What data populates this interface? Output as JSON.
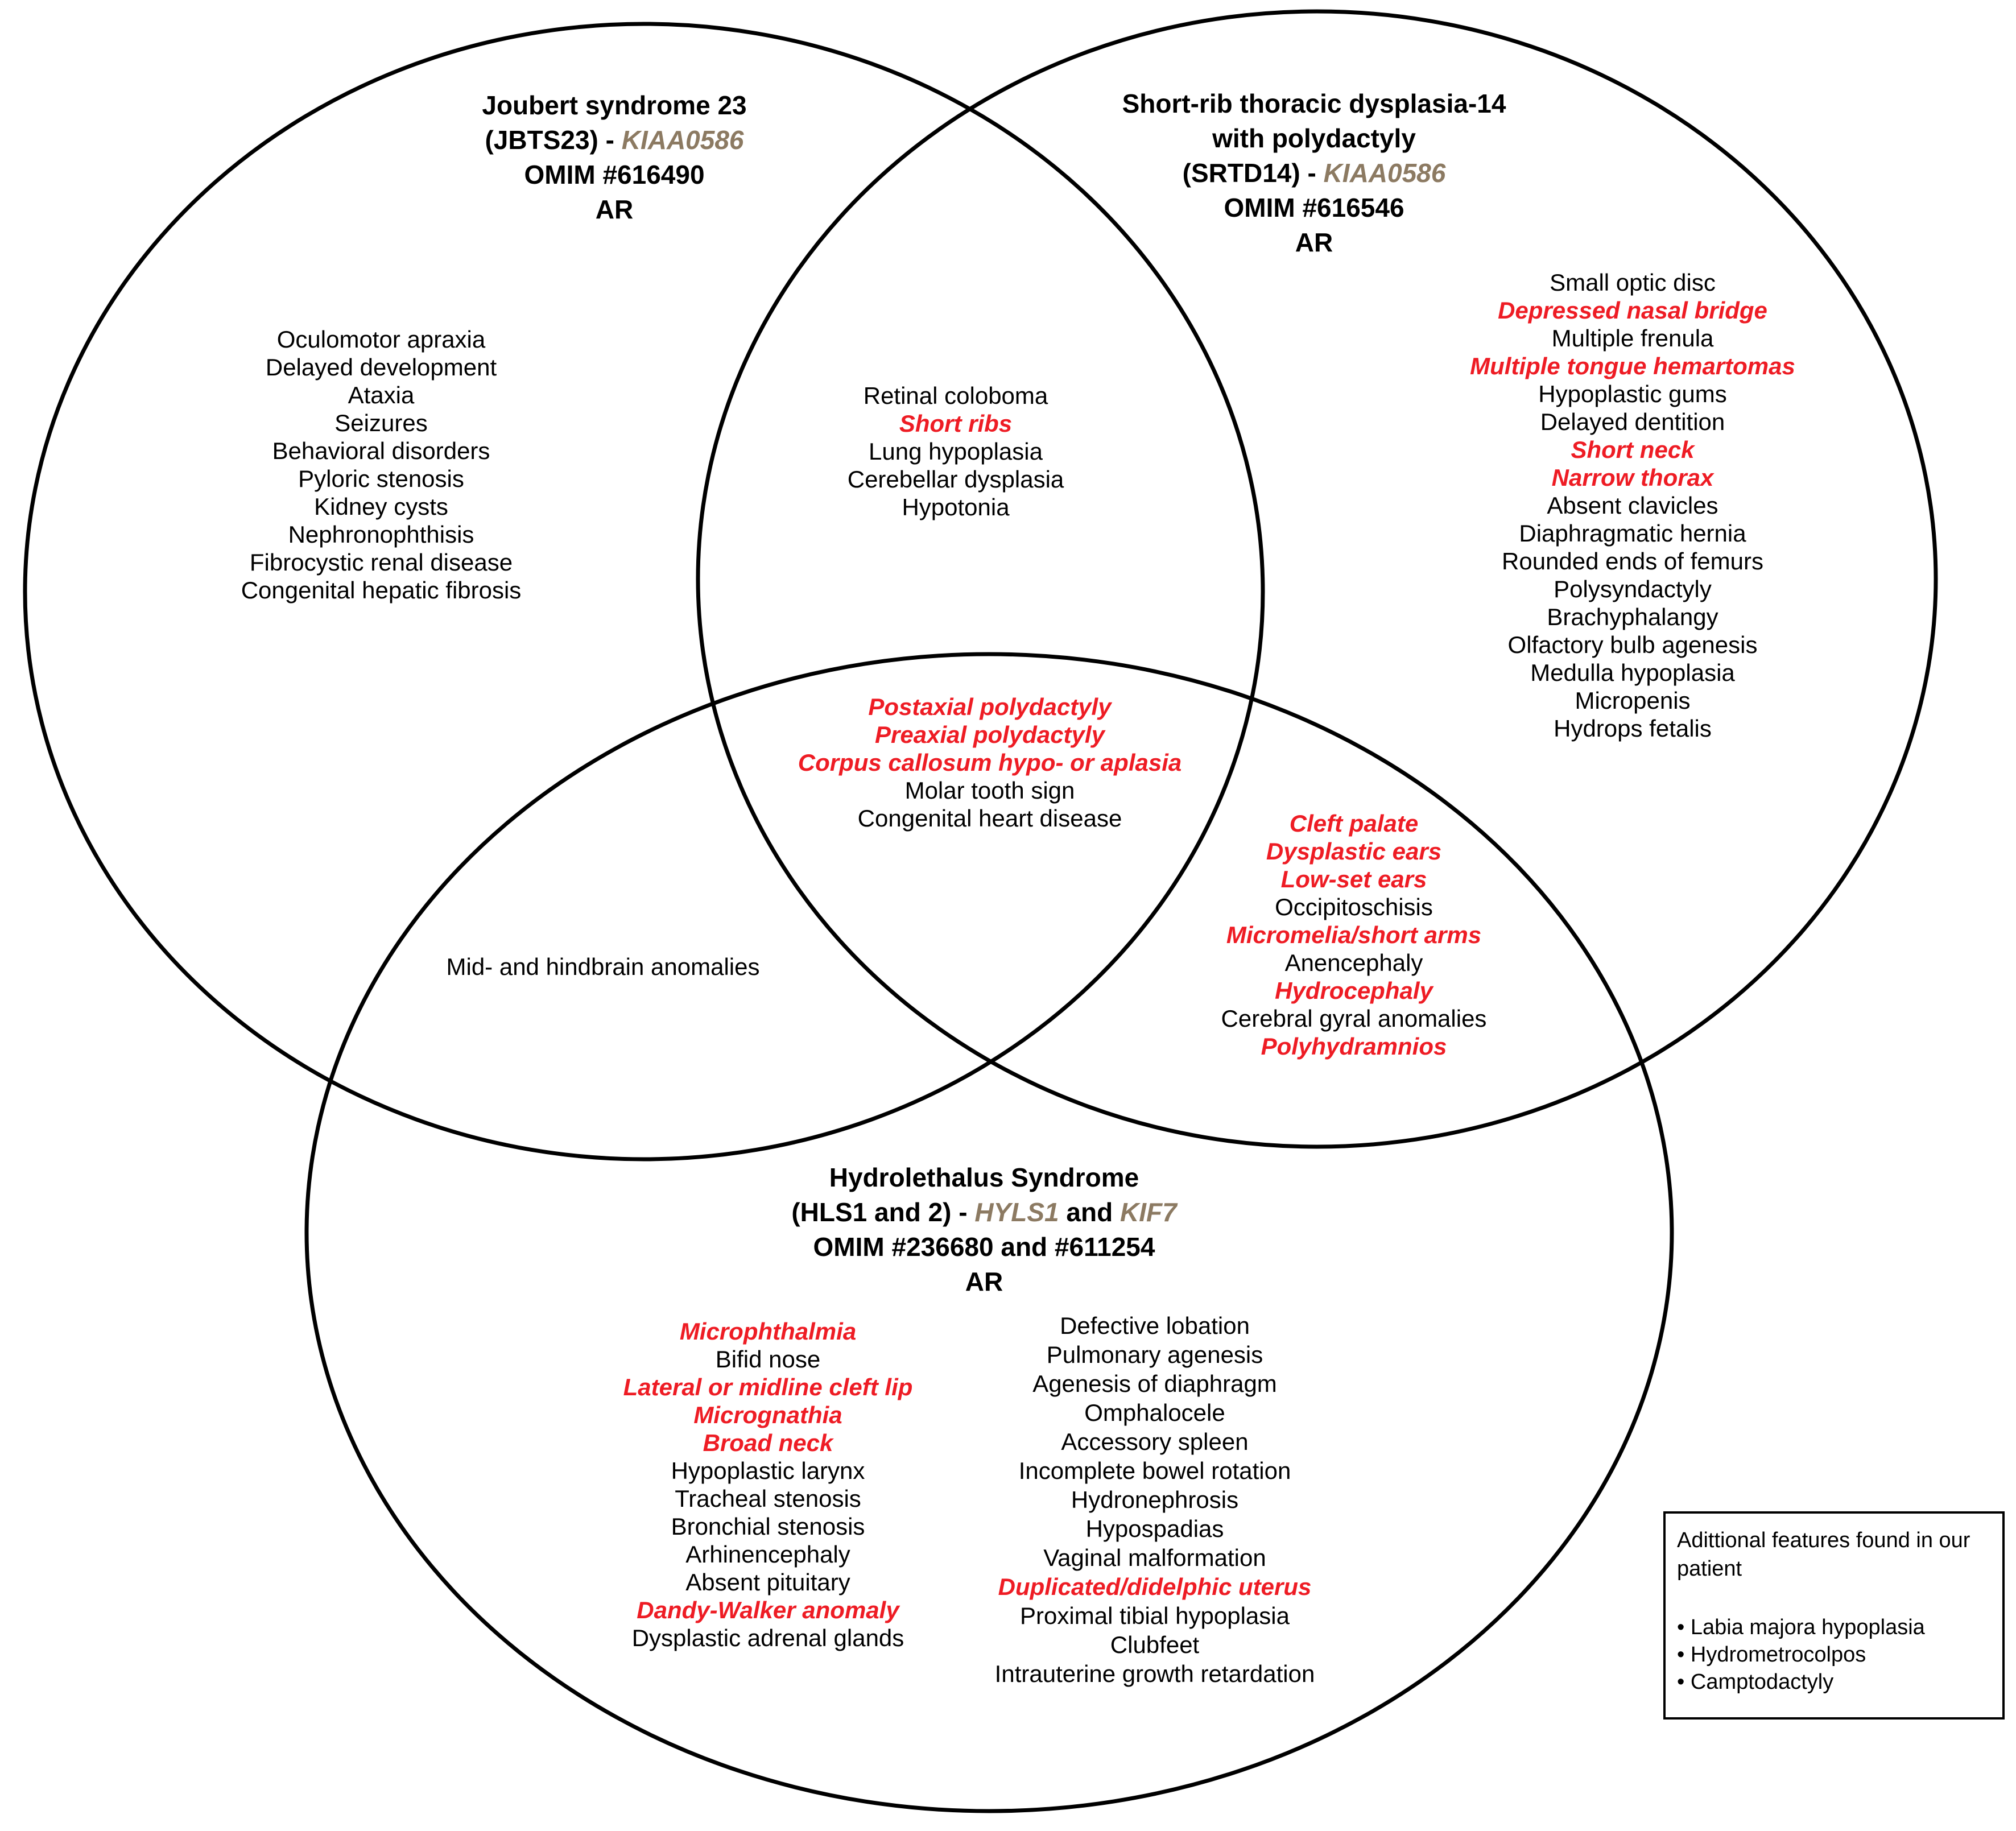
{
  "joubert": {
    "title": [
      "Joubert syndrome 23"
    ],
    "title2_prefix": "(JBTS23) - ",
    "gene": "KIAA0586",
    "omim": "OMIM #616490",
    "inheritance": "AR",
    "features": [
      {
        "text": "Oculomotor apraxia",
        "highlight": false
      },
      {
        "text": "Delayed development",
        "highlight": false
      },
      {
        "text": "Ataxia",
        "highlight": false
      },
      {
        "text": "Seizures",
        "highlight": false
      },
      {
        "text": "Behavioral disorders",
        "highlight": false
      },
      {
        "text": "Pyloric stenosis",
        "highlight": false
      },
      {
        "text": "Kidney cysts",
        "highlight": false
      },
      {
        "text": "Nephronophthisis",
        "highlight": false
      },
      {
        "text": "Fibrocystic renal disease",
        "highlight": false
      },
      {
        "text": "Congenital hepatic fibrosis",
        "highlight": false
      }
    ]
  },
  "srtd": {
    "title_line1": "Short-rib thoracic dysplasia-14",
    "title_line2": "with polydactyly",
    "title3_prefix": "(SRTD14) - ",
    "gene": "KIAA0586",
    "omim": "OMIM #616546",
    "inheritance": "AR",
    "features": [
      {
        "text": "Small optic disc",
        "highlight": false
      },
      {
        "text": "Depressed nasal bridge",
        "highlight": true
      },
      {
        "text": "Multiple frenula",
        "highlight": false
      },
      {
        "text": "Multiple tongue hemartomas",
        "highlight": true
      },
      {
        "text": "Hypoplastic gums",
        "highlight": false
      },
      {
        "text": "Delayed dentition",
        "highlight": false
      },
      {
        "text": "Short neck",
        "highlight": true
      },
      {
        "text": "Narrow thorax",
        "highlight": true
      },
      {
        "text": "Absent clavicles",
        "highlight": false
      },
      {
        "text": "Diaphragmatic hernia",
        "highlight": false
      },
      {
        "text": "Rounded ends of femurs",
        "highlight": false
      },
      {
        "text": "Polysyndactyly",
        "highlight": false
      },
      {
        "text": "Brachyphalangy",
        "highlight": false
      },
      {
        "text": "Olfactory bulb agenesis",
        "highlight": false
      },
      {
        "text": "Medulla hypoplasia",
        "highlight": false
      },
      {
        "text": "Micropenis",
        "highlight": false
      },
      {
        "text": "Hydrops fetalis",
        "highlight": false
      }
    ]
  },
  "joubert_srtd": [
    {
      "text": "Retinal coloboma",
      "highlight": false
    },
    {
      "text": "Short ribs",
      "highlight": true
    },
    {
      "text": "Lung hypoplasia",
      "highlight": false
    },
    {
      "text": "Cerebellar dysplasia",
      "highlight": false
    },
    {
      "text": "Hypotonia",
      "highlight": false
    }
  ],
  "all_three": [
    {
      "text": "Postaxial polydactyly",
      "highlight": true
    },
    {
      "text": "Preaxial polydactyly",
      "highlight": true
    },
    {
      "text": "Corpus callosum hypo- or aplasia",
      "highlight": true
    },
    {
      "text": "Molar tooth sign",
      "highlight": false
    },
    {
      "text": "Congenital heart disease",
      "highlight": false
    }
  ],
  "joubert_hls": [
    {
      "text": "Mid- and hindbrain anomalies",
      "highlight": false
    }
  ],
  "srtd_hls": [
    {
      "text": "Cleft palate",
      "highlight": true
    },
    {
      "text": "Dysplastic ears",
      "highlight": true
    },
    {
      "text": "Low-set ears",
      "highlight": true
    },
    {
      "text": "Occipitoschisis",
      "highlight": false
    },
    {
      "text": "Micromelia/short arms",
      "highlight": true
    },
    {
      "text": "Anencephaly",
      "highlight": false
    },
    {
      "text": "Hydrocephaly",
      "highlight": true
    },
    {
      "text": "Cerebral gyral anomalies",
      "highlight": false
    },
    {
      "text": "Polyhydramnios",
      "highlight": true
    }
  ],
  "hls": {
    "title": "Hydrolethalus Syndrome",
    "title2_prefix": "(HLS1 and 2) - ",
    "gene1": "HYLS1",
    "conj": " and ",
    "gene2": "KIF7",
    "omim": "OMIM #236680 and #611254",
    "inheritance": "AR",
    "features_left": [
      {
        "text": "Microphthalmia",
        "highlight": true
      },
      {
        "text": "Bifid nose",
        "highlight": false
      },
      {
        "text": "Lateral or midline cleft lip",
        "highlight": true
      },
      {
        "text": "Micrognathia",
        "highlight": true
      },
      {
        "text": "Broad neck",
        "highlight": true
      },
      {
        "text": "Hypoplastic larynx",
        "highlight": false
      },
      {
        "text": "Tracheal stenosis",
        "highlight": false
      },
      {
        "text": "Bronchial stenosis",
        "highlight": false
      },
      {
        "text": "Arhinencephaly",
        "highlight": false
      },
      {
        "text": "Absent pituitary",
        "highlight": false
      },
      {
        "text": "Dandy-Walker anomaly",
        "highlight": true
      },
      {
        "text": "Dysplastic adrenal glands",
        "highlight": false
      }
    ],
    "features_right": [
      {
        "text": "Defective lobation",
        "highlight": false
      },
      {
        "text": "Pulmonary agenesis",
        "highlight": false
      },
      {
        "text": "Agenesis of diaphragm",
        "highlight": false
      },
      {
        "text": "Omphalocele",
        "highlight": false
      },
      {
        "text": "Accessory spleen",
        "highlight": false
      },
      {
        "text": "Incomplete bowel rotation",
        "highlight": false
      },
      {
        "text": "Hydronephrosis",
        "highlight": false
      },
      {
        "text": "Hypospadias",
        "highlight": false
      },
      {
        "text": "Vaginal malformation",
        "highlight": false
      },
      {
        "text": "Duplicated/didelphic uterus",
        "highlight": true
      },
      {
        "text": "Proximal tibial hypoplasia",
        "highlight": false
      },
      {
        "text": "Clubfeet",
        "highlight": false
      },
      {
        "text": "Intrauterine growth retardation",
        "highlight": false
      }
    ]
  },
  "legend": {
    "header": "Adittional features found in our patient",
    "items": [
      "Labia majora hypoplasia",
      "Hydrometrocolpos",
      "Camptodactyly"
    ]
  },
  "colors": {
    "highlight": "#ee1c24",
    "gene": "#8c7a62",
    "outline": "#000000"
  }
}
